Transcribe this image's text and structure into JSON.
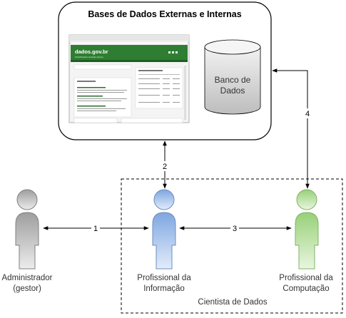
{
  "container": {
    "title": "Bases de Dados Externas e Internas",
    "screenshot": {
      "site_title": "dados.gov.br",
      "site_subtitle": "Portal Brasileiro de Dados Abertos"
    },
    "database_label_line1": "Banco de",
    "database_label_line2": "Dados"
  },
  "group": {
    "label": "Cientista de Dados"
  },
  "actors": [
    {
      "id": "admin",
      "line1": "Administrador",
      "line2": "(gestor)",
      "color": "#bdbdbd",
      "stroke": "#808080"
    },
    {
      "id": "info",
      "line1": "Profissional da",
      "line2": "Informação",
      "color": "#a9c4eb",
      "stroke": "#6c8ebf"
    },
    {
      "id": "comp",
      "line1": "Profissional da",
      "line2": "Computação",
      "color": "#b9e0a5",
      "stroke": "#82b366"
    }
  ],
  "connections": [
    {
      "label": "1"
    },
    {
      "label": "2"
    },
    {
      "label": "3"
    },
    {
      "label": "4"
    }
  ]
}
